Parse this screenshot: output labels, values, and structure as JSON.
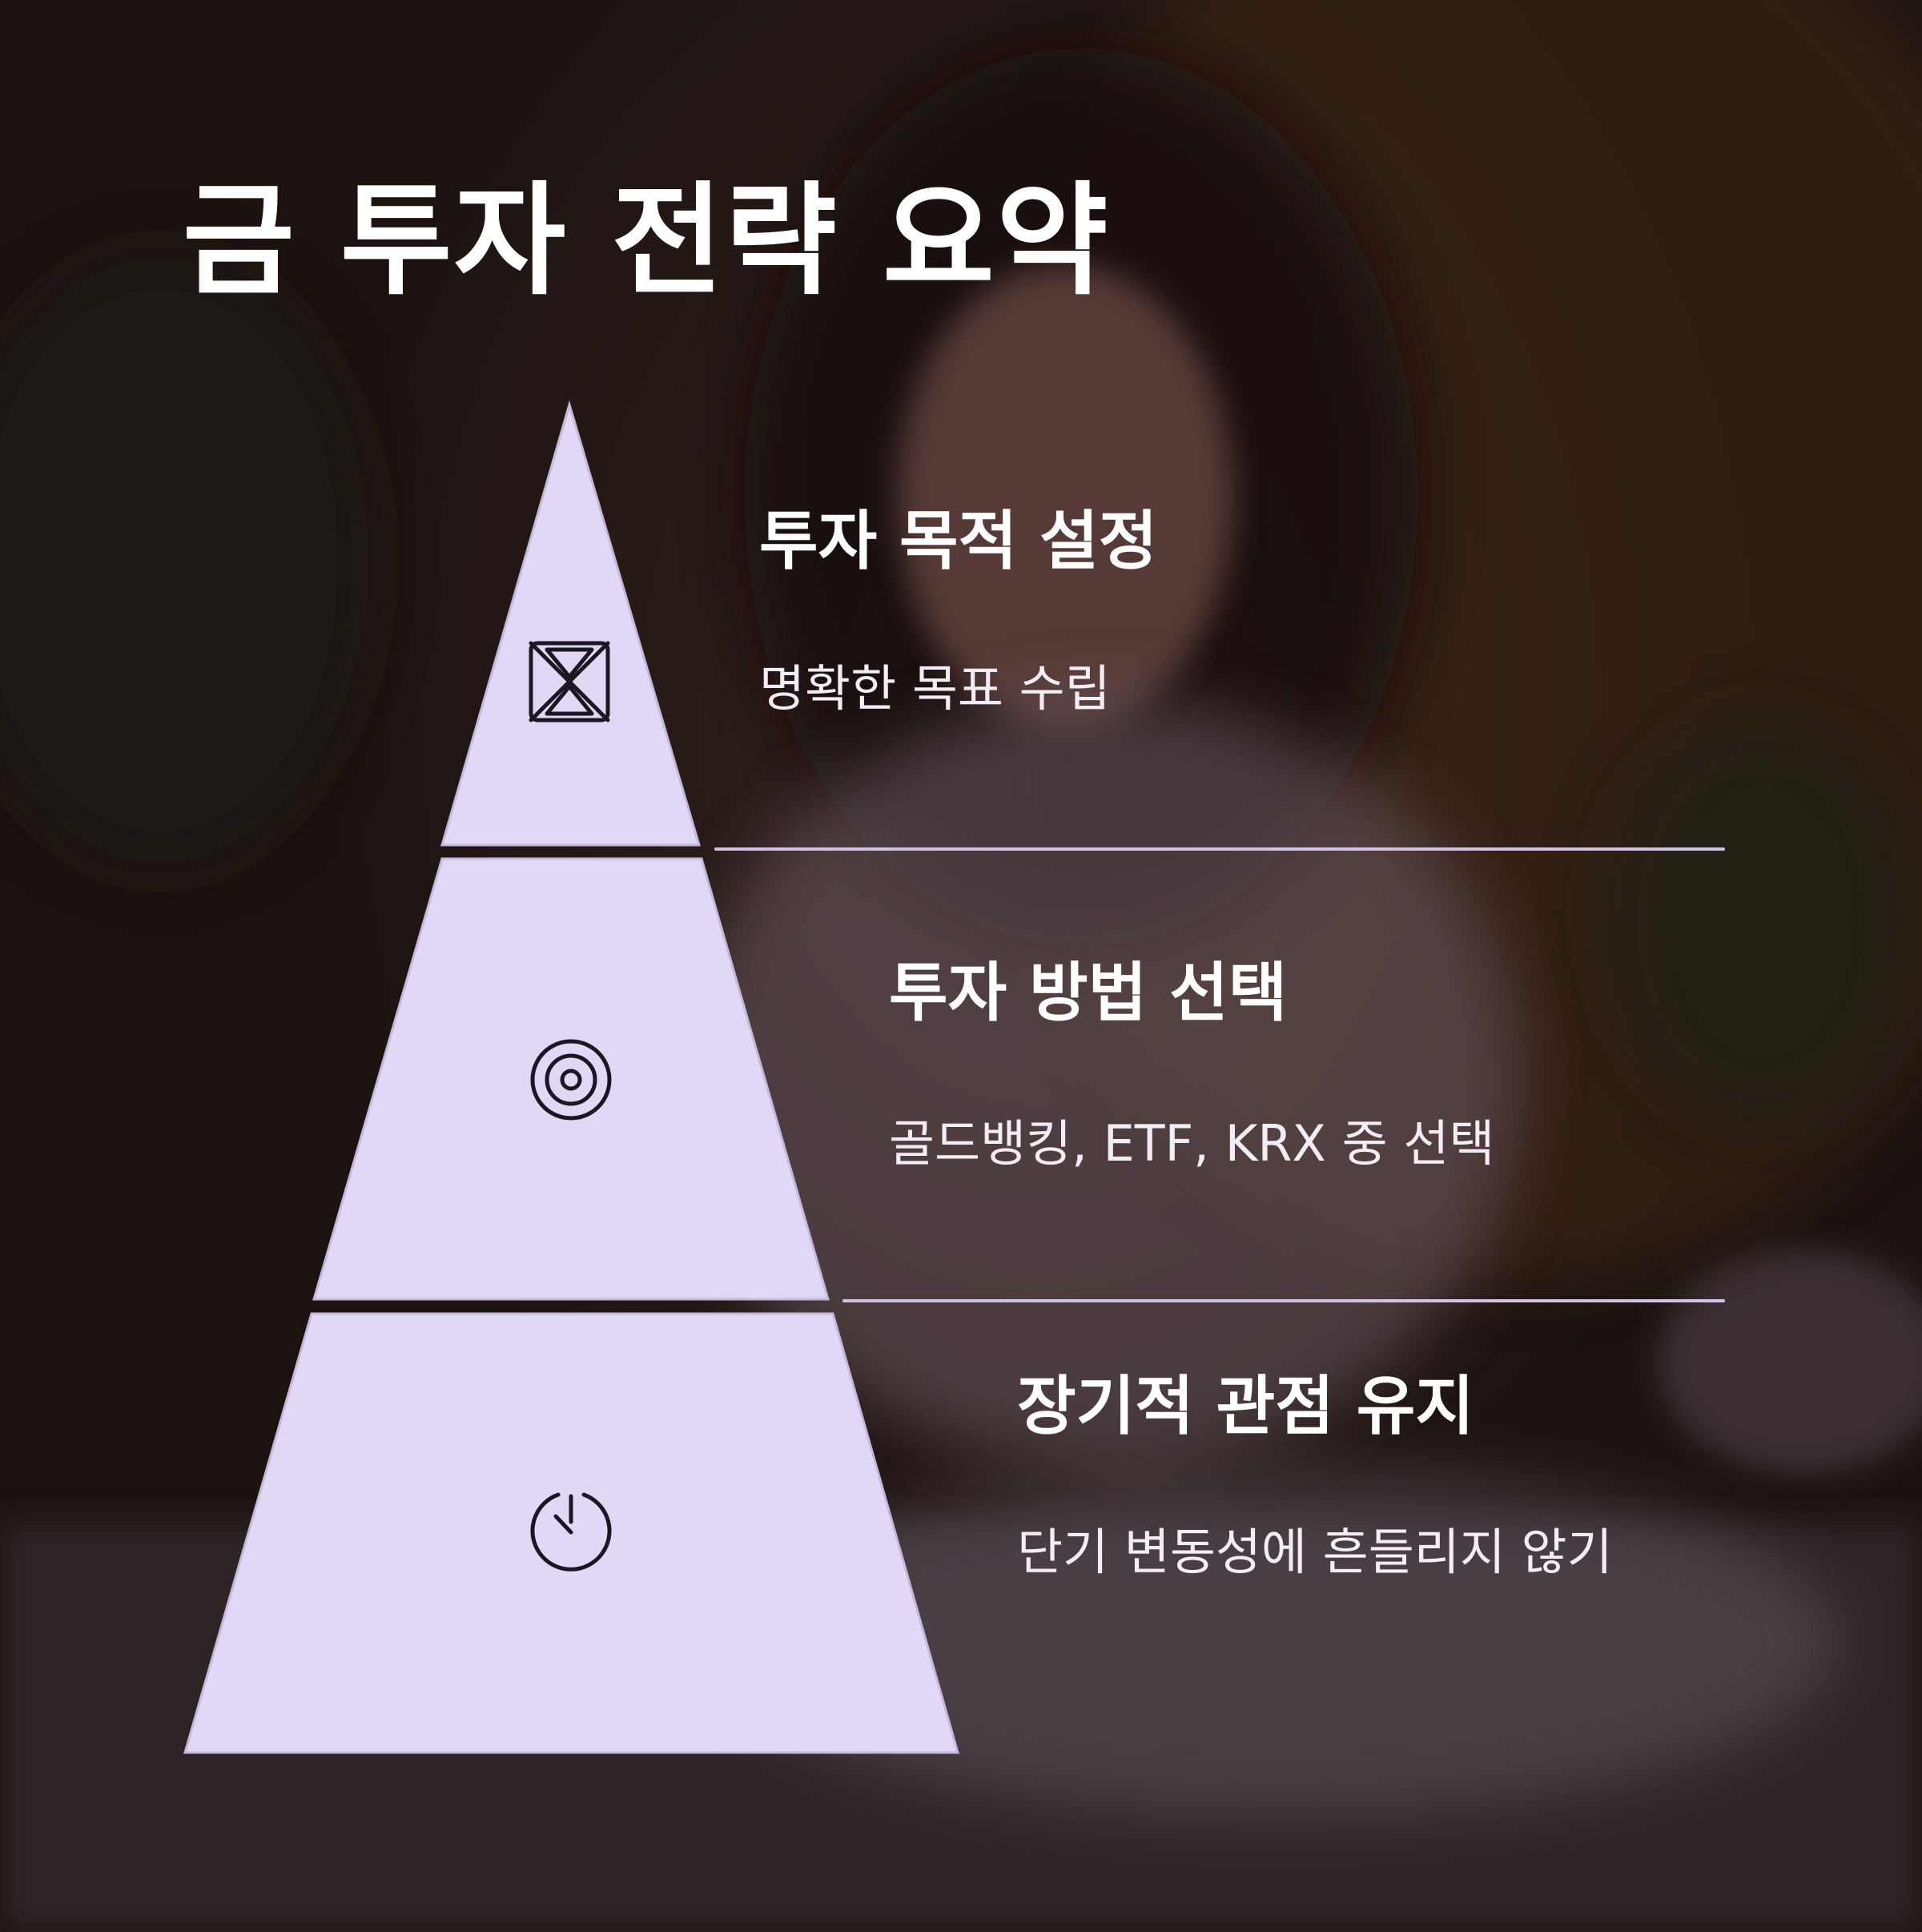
{
  "title": "금 투자 전략 요약",
  "levels": [
    {
      "heading": "투자 목적 설정",
      "description": "명확한 목표 수립",
      "icon": "target-crosshair-icon"
    },
    {
      "heading": "투자 방법 선택",
      "description": "골드뱅킹, ETF, KRX 중 선택",
      "icon": "concentric-circles-icon"
    },
    {
      "heading": "장기적 관점 유지",
      "description": "단기 변동성에 흔들리지 않기",
      "icon": "stopwatch-icon"
    }
  ],
  "colors": {
    "pyramid_fill": "#e1d8f6",
    "divider": "#cfc3e6",
    "text": "#ffffff",
    "icon_stroke": "#1a1722"
  }
}
